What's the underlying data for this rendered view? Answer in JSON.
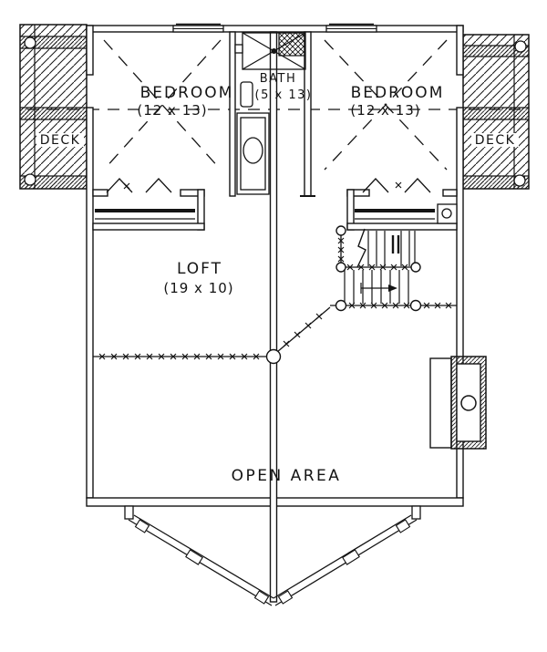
{
  "drawing": {
    "background_color": "#ffffff",
    "line_color": "#141414"
  },
  "rooms": {
    "bedroom_left": {
      "label": "BEDROOM",
      "dimensions": "(12 x 13)"
    },
    "bedroom_right": {
      "label": "BEDROOM",
      "dimensions": "(12 x 13)"
    },
    "bath": {
      "label": "BATH",
      "dimensions": "(5 x 13)"
    },
    "loft": {
      "label": "LOFT",
      "dimensions": "(19 x 10)"
    },
    "open_area": {
      "label": "OPEN AREA"
    },
    "deck_left": {
      "label": "DECK"
    },
    "deck_right": {
      "label": "DECK"
    }
  }
}
